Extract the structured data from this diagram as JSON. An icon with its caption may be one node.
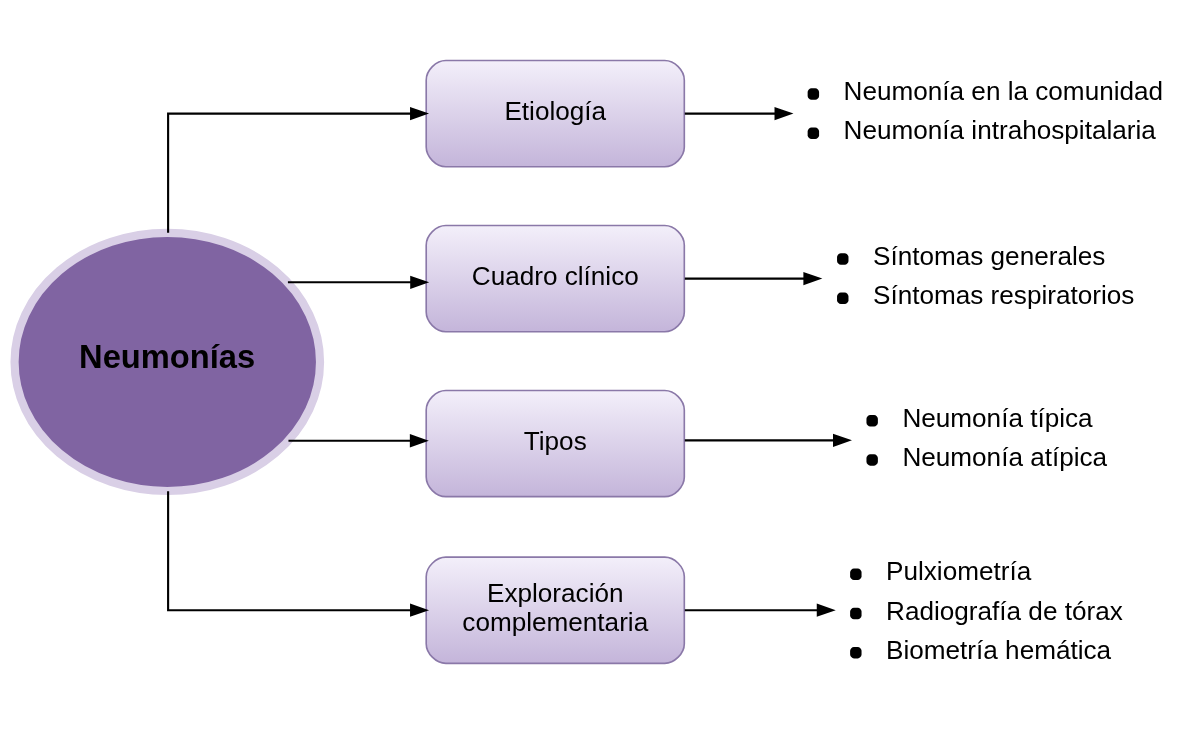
{
  "diagram": {
    "nodes": [
      {
        "text": [
          "Neumonías"
        ]
      },
      {
        "text": [
          "Etiología"
        ]
      },
      {
        "text": [
          "Cuadro clínico"
        ]
      },
      {
        "text": [
          "Tipos"
        ]
      },
      {
        "text": [
          "Exploración complementaria"
        ]
      },
      {
        "text": [
          "Neumonía en la comunidad",
          "Neumonía intrahospitalaria"
        ]
      },
      {
        "text": [
          "Síntomas generales",
          "Síntomas respiratorios"
        ]
      },
      {
        "text": [
          "Neumonía típica",
          "Neumonía atípica"
        ]
      },
      {
        "text": [
          "Pulxiometría",
          "Radiografía de tórax",
          "Biometría hemática"
        ]
      }
    ],
    "edges": [
      {
        "from": 0,
        "to": 1,
        "arrow": "to"
      },
      {
        "from": 0,
        "to": 2,
        "arrow": "to"
      },
      {
        "from": 0,
        "to": 3,
        "arrow": "to"
      },
      {
        "from": 0,
        "to": 4,
        "arrow": "to"
      },
      {
        "from": 1,
        "to": 5,
        "arrow": "to"
      },
      {
        "from": 2,
        "to": 6,
        "arrow": "to"
      },
      {
        "from": 3,
        "to": 7,
        "arrow": "to"
      },
      {
        "from": 4,
        "to": 8,
        "arrow": "to"
      }
    ]
  }
}
